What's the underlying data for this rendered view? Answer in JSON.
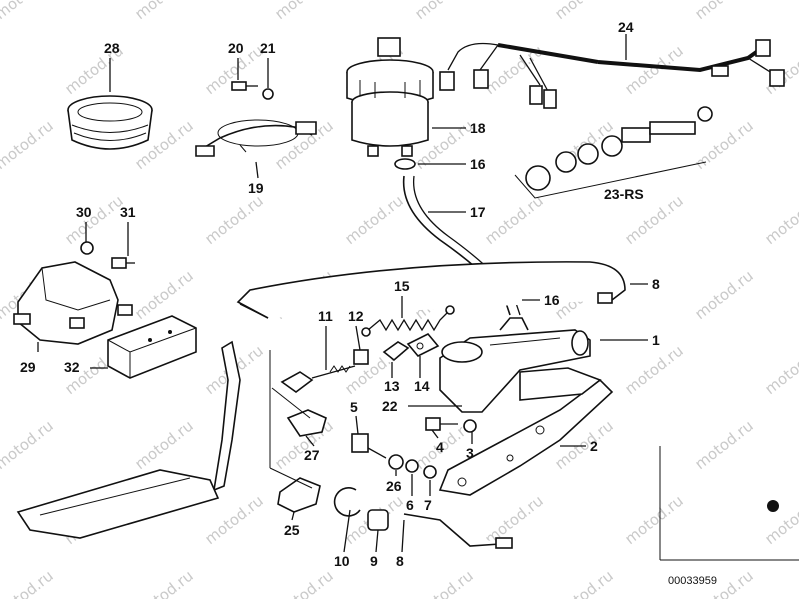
{
  "diagram": {
    "part_labels": [
      "28",
      "20",
      "21",
      "24",
      "18",
      "16",
      "17",
      "23-RS",
      "19",
      "30",
      "31",
      "15",
      "8",
      "16",
      "11",
      "12",
      "1",
      "29",
      "32",
      "13",
      "14",
      "22",
      "5",
      "4",
      "3",
      "2",
      "27",
      "26",
      "6",
      "7",
      "25",
      "10",
      "9",
      "8"
    ],
    "diagram_code": "00033959",
    "watermark": "motod.ru"
  }
}
